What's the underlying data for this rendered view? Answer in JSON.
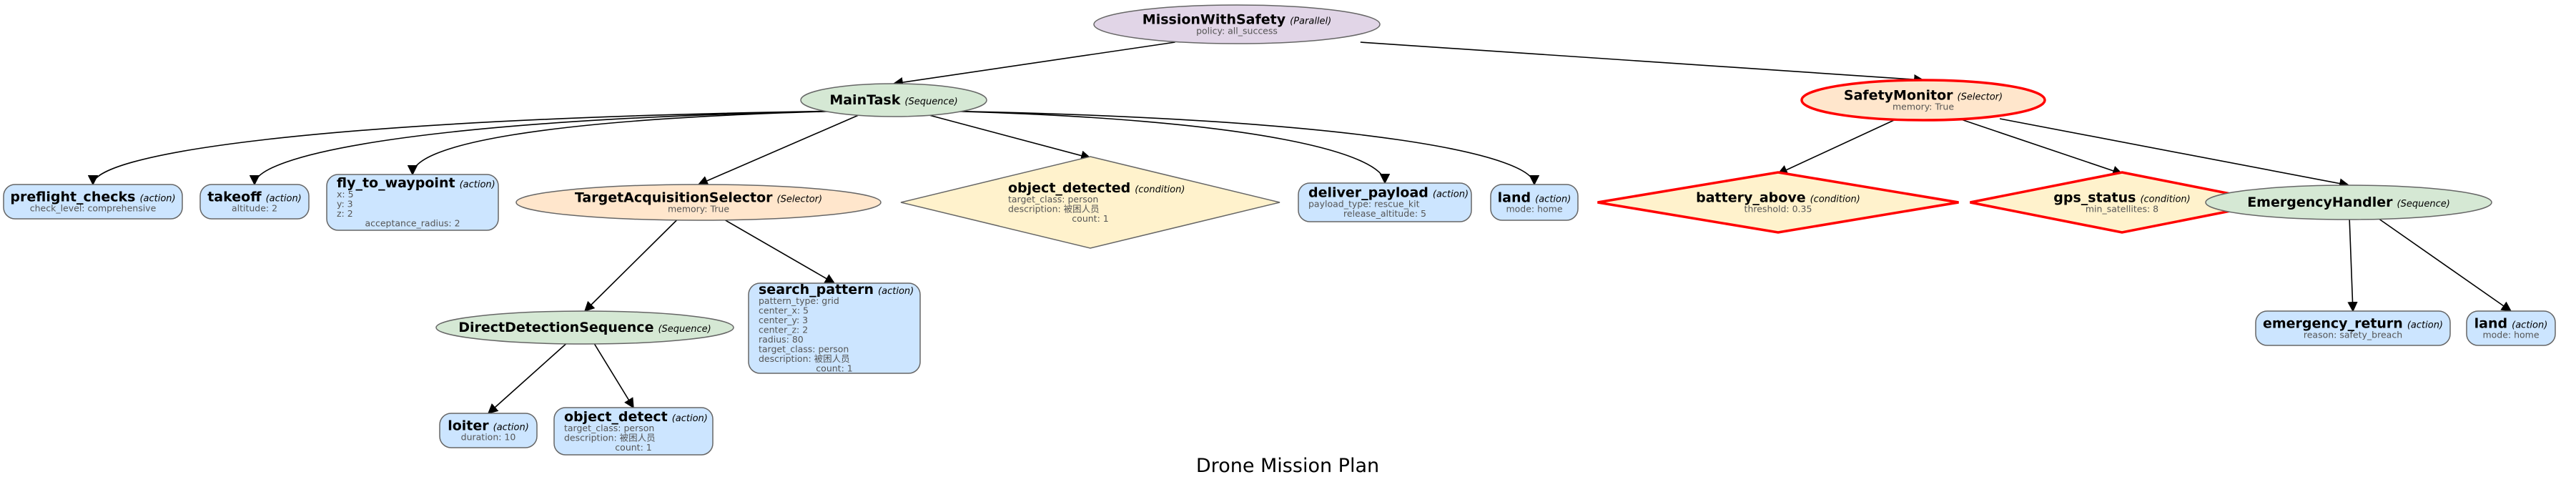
{
  "title": "Drone Mission Plan",
  "colors": {
    "Parallel": "#e1d5e7",
    "Sequence": "#d5e8d4",
    "Selector": "#ffe6cc",
    "action": "#cce5ff",
    "condition": "#fff2cc",
    "safety_stroke": "#ff0000",
    "default_stroke": "#666666"
  },
  "nodes": [
    {
      "id": "root",
      "name": "MissionWithSafety",
      "type": "Parallel",
      "params": [
        "policy: all_success"
      ]
    },
    {
      "id": "main",
      "name": "MainTask",
      "type": "Sequence",
      "params": []
    },
    {
      "id": "safety",
      "name": "SafetyMonitor",
      "type": "Selector",
      "params": [
        "memory: True"
      ],
      "highlight": true
    },
    {
      "id": "preflight",
      "name": "preflight_checks",
      "type": "action",
      "params": [
        "check_level: comprehensive"
      ]
    },
    {
      "id": "takeoff",
      "name": "takeoff",
      "type": "action",
      "params": [
        "altitude: 2"
      ]
    },
    {
      "id": "fly",
      "name": "fly_to_waypoint",
      "type": "action",
      "params": [
        "x: 5",
        "y: 3",
        "z: 2",
        "acceptance_radius: 2"
      ]
    },
    {
      "id": "tas",
      "name": "TargetAcquisitionSelector",
      "type": "Selector",
      "params": [
        "memory: True"
      ]
    },
    {
      "id": "objdet",
      "name": "object_detected",
      "type": "condition",
      "params": [
        "target_class: person",
        "description: 被困人员",
        "count: 1"
      ]
    },
    {
      "id": "deliver",
      "name": "deliver_payload",
      "type": "action",
      "params": [
        "payload_type: rescue_kit",
        "release_altitude: 5"
      ]
    },
    {
      "id": "land1",
      "name": "land",
      "type": "action",
      "params": [
        "mode: home"
      ]
    },
    {
      "id": "battery",
      "name": "battery_above",
      "type": "condition",
      "params": [
        "threshold: 0.35"
      ],
      "highlight": true
    },
    {
      "id": "gps",
      "name": "gps_status",
      "type": "condition",
      "params": [
        "min_satellites: 8"
      ],
      "highlight": true
    },
    {
      "id": "emerg",
      "name": "EmergencyHandler",
      "type": "Sequence",
      "params": []
    },
    {
      "id": "dds",
      "name": "DirectDetectionSequence",
      "type": "Sequence",
      "params": []
    },
    {
      "id": "search",
      "name": "search_pattern",
      "type": "action",
      "params": [
        "pattern_type: grid",
        "center_x: 5",
        "center_y: 3",
        "center_z: 2",
        "radius: 80",
        "target_class: person",
        "description: 被困人员",
        "count: 1"
      ]
    },
    {
      "id": "loiter",
      "name": "loiter",
      "type": "action",
      "params": [
        "duration: 10"
      ]
    },
    {
      "id": "objdetect",
      "name": "object_detect",
      "type": "action",
      "params": [
        "target_class: person",
        "description: 被困人员",
        "count: 1"
      ]
    },
    {
      "id": "eret",
      "name": "emergency_return",
      "type": "action",
      "params": [
        "reason: safety_breach"
      ]
    },
    {
      "id": "land2",
      "name": "land",
      "type": "action",
      "params": [
        "mode: home"
      ]
    }
  ],
  "edges": [
    [
      "root",
      "main"
    ],
    [
      "root",
      "safety"
    ],
    [
      "main",
      "preflight"
    ],
    [
      "main",
      "takeoff"
    ],
    [
      "main",
      "fly"
    ],
    [
      "main",
      "tas"
    ],
    [
      "main",
      "objdet"
    ],
    [
      "main",
      "deliver"
    ],
    [
      "main",
      "land1"
    ],
    [
      "safety",
      "battery"
    ],
    [
      "safety",
      "gps"
    ],
    [
      "safety",
      "emerg"
    ],
    [
      "tas",
      "dds"
    ],
    [
      "tas",
      "search"
    ],
    [
      "dds",
      "loiter"
    ],
    [
      "dds",
      "objdetect"
    ],
    [
      "emerg",
      "eret"
    ],
    [
      "emerg",
      "land2"
    ]
  ]
}
